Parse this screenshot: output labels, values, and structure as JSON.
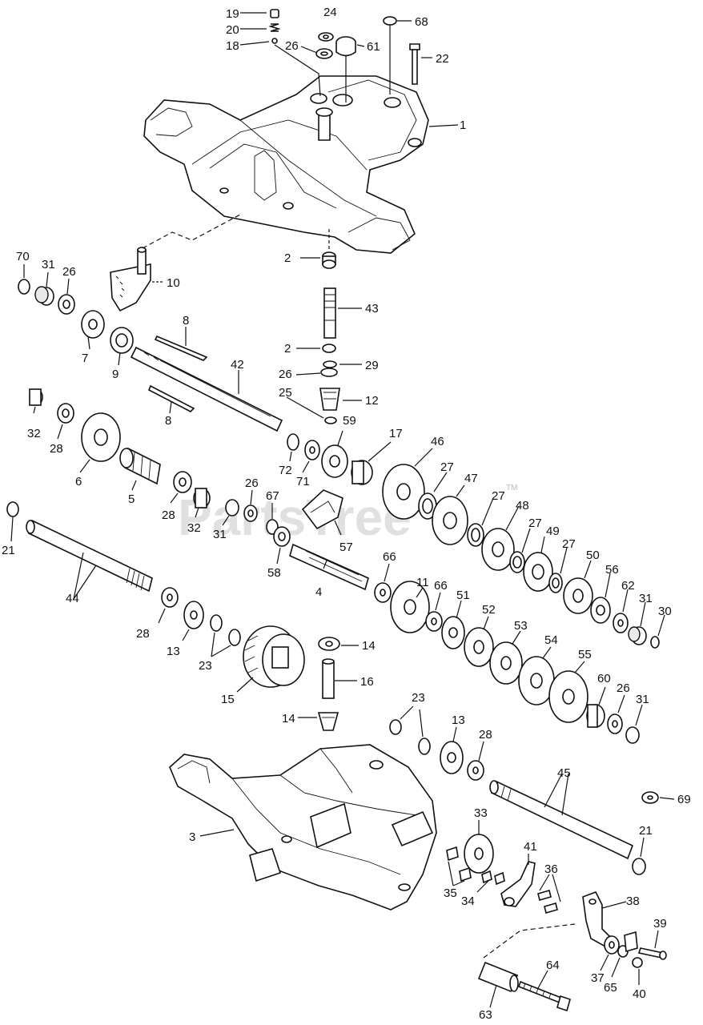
{
  "watermark": {
    "text": "PartsTree",
    "tm": "TM"
  },
  "labels": [
    {
      "id": "l19a",
      "text": "19"
    },
    {
      "id": "l20a",
      "text": "20"
    },
    {
      "id": "l18a",
      "text": "18"
    },
    {
      "id": "l24a",
      "text": "24"
    },
    {
      "id": "l26a",
      "text": "26"
    },
    {
      "id": "l61a",
      "text": "61"
    },
    {
      "id": "l68a",
      "text": "68"
    },
    {
      "id": "l22a",
      "text": "22"
    },
    {
      "id": "l1a",
      "text": "1"
    },
    {
      "id": "l70a",
      "text": "70"
    },
    {
      "id": "l31a",
      "text": "31"
    },
    {
      "id": "l26b",
      "text": "26"
    },
    {
      "id": "l2a",
      "text": "2"
    },
    {
      "id": "l10a",
      "text": "10"
    },
    {
      "id": "l43a",
      "text": "43"
    },
    {
      "id": "l8a",
      "text": "8"
    },
    {
      "id": "l7a",
      "text": "7"
    },
    {
      "id": "l9a",
      "text": "9"
    },
    {
      "id": "l2b",
      "text": "2"
    },
    {
      "id": "l29a",
      "text": "29"
    },
    {
      "id": "l42a",
      "text": "42"
    },
    {
      "id": "l26c",
      "text": "26"
    },
    {
      "id": "l25a",
      "text": "25"
    },
    {
      "id": "l12a",
      "text": "12"
    },
    {
      "id": "l8b",
      "text": "8"
    },
    {
      "id": "l32a",
      "text": "32"
    },
    {
      "id": "l28a",
      "text": "28"
    },
    {
      "id": "l59a",
      "text": "59"
    },
    {
      "id": "l17a",
      "text": "17"
    },
    {
      "id": "l46a",
      "text": "46"
    },
    {
      "id": "l6a",
      "text": "6"
    },
    {
      "id": "l72a",
      "text": "72"
    },
    {
      "id": "l71a",
      "text": "71"
    },
    {
      "id": "l27a",
      "text": "27"
    },
    {
      "id": "l47a",
      "text": "47"
    },
    {
      "id": "l5a",
      "text": "5"
    },
    {
      "id": "l26d",
      "text": "26"
    },
    {
      "id": "l67a",
      "text": "67"
    },
    {
      "id": "l27b",
      "text": "27"
    },
    {
      "id": "l28b",
      "text": "28"
    },
    {
      "id": "l32b",
      "text": "32"
    },
    {
      "id": "l31b",
      "text": "31"
    },
    {
      "id": "l48a",
      "text": "48"
    },
    {
      "id": "l57a",
      "text": "57"
    },
    {
      "id": "l27c",
      "text": "27"
    },
    {
      "id": "l49a",
      "text": "49"
    },
    {
      "id": "l21a",
      "text": "21"
    },
    {
      "id": "l58a",
      "text": "58"
    },
    {
      "id": "l66a",
      "text": "66"
    },
    {
      "id": "l11a",
      "text": "11"
    },
    {
      "id": "l4a",
      "text": "4"
    },
    {
      "id": "l27d",
      "text": "27"
    },
    {
      "id": "l50a",
      "text": "50"
    },
    {
      "id": "l66b",
      "text": "66"
    },
    {
      "id": "l56a",
      "text": "56"
    },
    {
      "id": "l62a",
      "text": "62"
    },
    {
      "id": "l31c",
      "text": "31"
    },
    {
      "id": "l30a",
      "text": "30"
    },
    {
      "id": "l44a",
      "text": "44"
    },
    {
      "id": "l51a",
      "text": "51"
    },
    {
      "id": "l52a",
      "text": "52"
    },
    {
      "id": "l53a",
      "text": "53"
    },
    {
      "id": "l28c",
      "text": "28"
    },
    {
      "id": "l13a",
      "text": "13"
    },
    {
      "id": "l23a",
      "text": "23"
    },
    {
      "id": "l14a",
      "text": "14"
    },
    {
      "id": "l54a",
      "text": "54"
    },
    {
      "id": "l55a",
      "text": "55"
    },
    {
      "id": "l16a",
      "text": "16"
    },
    {
      "id": "l15a",
      "text": "15"
    },
    {
      "id": "l60a",
      "text": "60"
    },
    {
      "id": "l26e",
      "text": "26"
    },
    {
      "id": "l31d",
      "text": "31"
    },
    {
      "id": "l14b",
      "text": "14"
    },
    {
      "id": "l23b",
      "text": "23"
    },
    {
      "id": "l13b",
      "text": "13"
    },
    {
      "id": "l28d",
      "text": "28"
    },
    {
      "id": "l45a",
      "text": "45"
    },
    {
      "id": "l69a",
      "text": "69"
    },
    {
      "id": "l3a",
      "text": "3"
    },
    {
      "id": "l33a",
      "text": "33"
    },
    {
      "id": "l21b",
      "text": "21"
    },
    {
      "id": "l41a",
      "text": "41"
    },
    {
      "id": "l36a",
      "text": "36"
    },
    {
      "id": "l35a",
      "text": "35"
    },
    {
      "id": "l34a",
      "text": "34"
    },
    {
      "id": "l38a",
      "text": "38"
    },
    {
      "id": "l39a",
      "text": "39"
    },
    {
      "id": "l37a",
      "text": "37"
    },
    {
      "id": "l65a",
      "text": "65"
    },
    {
      "id": "l40a",
      "text": "40"
    },
    {
      "id": "l64a",
      "text": "64"
    },
    {
      "id": "l63a",
      "text": "63"
    }
  ]
}
